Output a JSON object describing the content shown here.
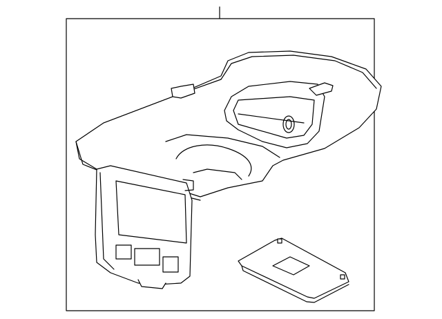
{
  "diagram": {
    "type": "parts-illustration",
    "colors": {
      "line": "#000000",
      "background": "#ffffff"
    },
    "parts": [
      "overhead-console-assembly",
      "remote-control-battery-cover"
    ]
  }
}
